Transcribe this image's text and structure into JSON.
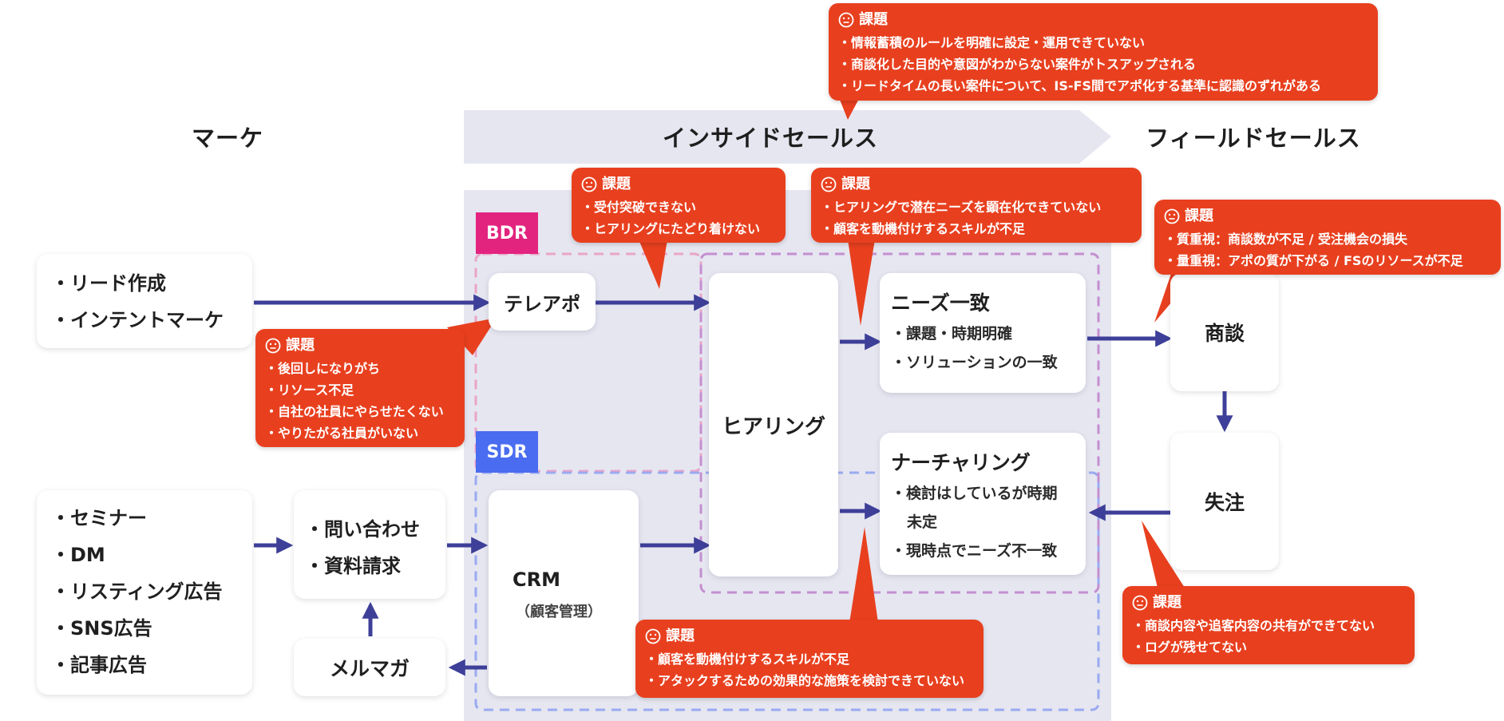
{
  "colors": {
    "accent_red": "#e8401f",
    "arrow_navy": "#3d3f98",
    "panel": "#e6e6f1",
    "bdr": "#e2247f",
    "sdr": "#4a6cf0"
  },
  "headers": {
    "marketing": "マーケ",
    "inside_sales": "インサイドセールス",
    "field_sales": "フィールドセールス"
  },
  "icons": {
    "issue": "neutral-face-icon"
  },
  "lead_box": {
    "items": [
      "リード作成",
      "インテントマーケ"
    ]
  },
  "channels_box": {
    "items": [
      "セミナー",
      "DM",
      "リスティング広告",
      "SNS広告",
      "記事広告"
    ]
  },
  "inquiry_box": {
    "items": [
      "問い合わせ",
      "資料請求"
    ]
  },
  "newsletter": "メルマガ",
  "bdr_tag": "BDR",
  "sdr_tag": "SDR",
  "telapo": "テレアポ",
  "crm": {
    "title": "CRM",
    "sub": "（顧客管理）"
  },
  "hearing": "ヒアリング",
  "needs_match": {
    "title": "ニーズ一致",
    "items": [
      "課題・時期明確",
      "ソリューションの一致"
    ]
  },
  "nurturing": {
    "title": "ナーチャリング",
    "items": [
      "検討はしているが時期",
      "未定",
      "現時点でニーズ不一致"
    ]
  },
  "meeting": "商談",
  "lost": "失注",
  "issues": {
    "top": {
      "title": "課題",
      "items": [
        "情報蓄積のルールを明確に設定・運用できていない",
        "商談化した目的や意図がわからない案件がトスアップされる",
        "リードタイムの長い案件について、IS-FS間でアポ化する基準に認識のずれがある"
      ]
    },
    "telapo": {
      "title": "課題",
      "items": [
        "受付突破できない",
        "ヒアリングにたどり着けない"
      ]
    },
    "hearing": {
      "title": "課題",
      "items": [
        "ヒアリングで潜在ニーズを顕在化できていない",
        "顧客を動機付けするスキルが不足"
      ]
    },
    "meeting": {
      "title": "課題",
      "items": [
        "質重視：商談数が不足 / 受注機会の損失",
        "量重視：アポの質が下がる / FSのリソースが不足"
      ]
    },
    "bdr": {
      "title": "課題",
      "items": [
        "後回しになりがち",
        "リソース不足",
        "自社の社員にやらせたくない",
        "やりたがる社員がいない"
      ]
    },
    "nurturing": {
      "title": "課題",
      "items": [
        "顧客を動機付けするスキルが不足",
        "アタックするための効果的な施策を検討できていない"
      ]
    },
    "lost": {
      "title": "課題",
      "items": [
        "商談内容や追客内容の共有ができてない",
        "ログが残せてない"
      ]
    }
  }
}
